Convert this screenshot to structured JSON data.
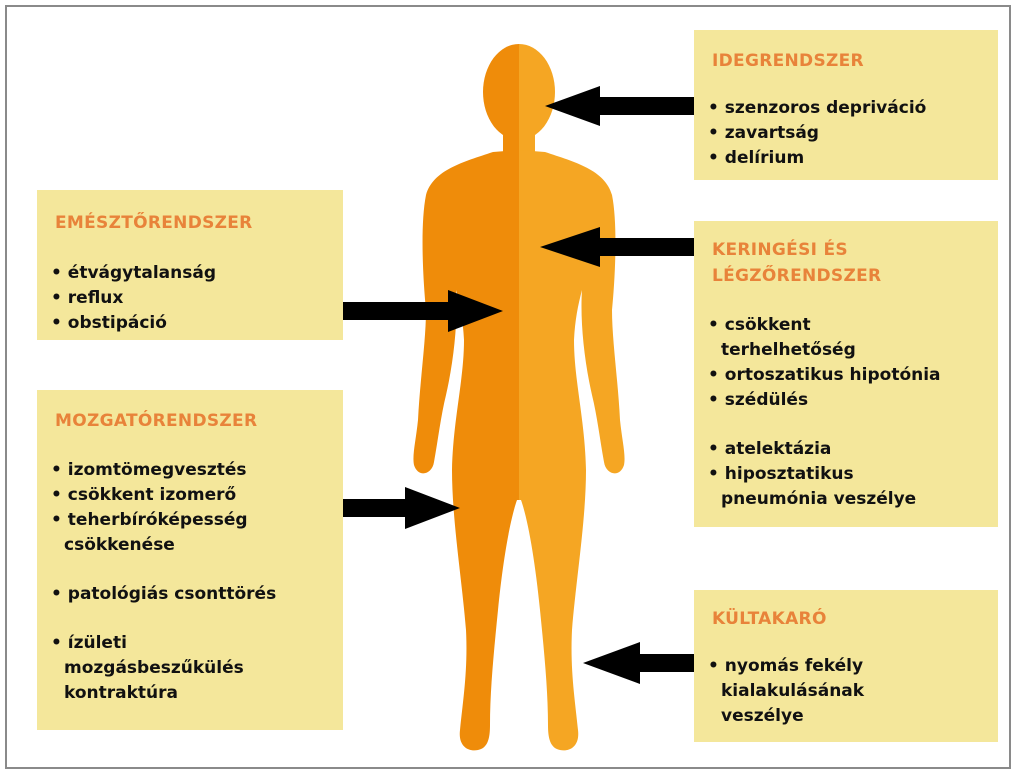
{
  "colors": {
    "box_bg": "#f4e79b",
    "title": "#e8833a",
    "body_left": "#ef8c0a",
    "body_right": "#f5a623",
    "arrow": "#000000"
  },
  "boxes": {
    "idegrendszer": {
      "title": "IDEGRENDSZER",
      "items": [
        "• szenzoros depriváció",
        "• zavartság",
        "• delírium"
      ]
    },
    "emesztorendszer": {
      "title": "EMÉSZTŐRENDSZER",
      "items": [
        "• étvágytalanság",
        "• reflux",
        "• obstipáció"
      ]
    },
    "keringesi": {
      "title_line1": "KERINGÉSI ÉS",
      "title_line2": "LÉGZŐRENDSZER",
      "items": [
        "• csökkent",
        "terhelhetőség",
        "• ortoszatikus hipotónia",
        "• szédülés",
        "• atelektázia",
        "• hiposztatikus",
        "pneumónia veszélye"
      ]
    },
    "mozgatorendszer": {
      "title": "MOZGATÓRENDSZER",
      "items": [
        "• izomtömegvesztés",
        "• csökkent izomerő",
        "• teherbíróképesség",
        "csökkenése",
        "• patológiás csonttörés",
        "• ízületi",
        "mozgásbeszűkülés",
        "kontraktúra"
      ]
    },
    "kultakaro": {
      "title": "KÜLTAKARÓ",
      "items": [
        "• nyomás fekély",
        "kialakulásának",
        "veszélye"
      ]
    }
  }
}
